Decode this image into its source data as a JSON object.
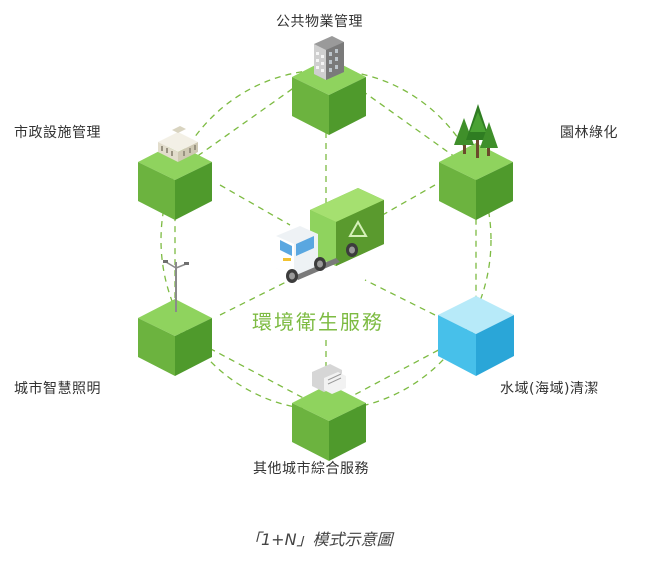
{
  "center": {
    "label": "環境衛生服務",
    "color": "#7dbb42"
  },
  "nodes": [
    {
      "id": "top",
      "label": "公共物業管理",
      "icon": "office-building-icon"
    },
    {
      "id": "upper-left",
      "label": "市政設施管理",
      "icon": "government-building-icon"
    },
    {
      "id": "upper-right",
      "label": "園林綠化",
      "icon": "trees-icon"
    },
    {
      "id": "lower-left",
      "label": "城市智慧照明",
      "icon": "street-lamp-icon"
    },
    {
      "id": "lower-right",
      "label": "水域(海域)清潔",
      "icon": "water-cube"
    },
    {
      "id": "bottom",
      "label": "其他城市綜合服務",
      "icon": "speech-bubbles-icon"
    }
  ],
  "hub_icon": "garbage-truck-icon",
  "caption": "「1+N」模式示意圖",
  "colors": {
    "cube_top": "#8fd35e",
    "cube_left": "#6cb33f",
    "cube_right": "#4f9a2c",
    "water_top": "#9fe3f7",
    "water_left": "#47c0ea",
    "water_right": "#2aa6d8",
    "dash": "#7dbb42"
  }
}
